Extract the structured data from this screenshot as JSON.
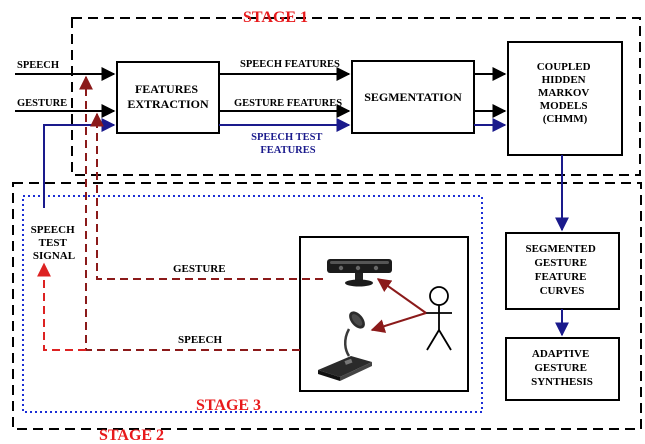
{
  "stages": {
    "stage1": "STAGE 1",
    "stage2": "STAGE 2",
    "stage3": "STAGE 3"
  },
  "inputs": {
    "speech": "SPEECH",
    "gesture": "GESTURE"
  },
  "blocks": {
    "features_extraction": [
      "FEATURES",
      "EXTRACTION"
    ],
    "segmentation": "SEGMENTATION",
    "chmm": [
      "COUPLED",
      "HIDDEN",
      "MARKOV",
      "MODELS",
      "(CHMM)"
    ],
    "segmented_curves": [
      "SEGMENTED",
      "GESTURE",
      "FEATURE",
      "CURVES"
    ],
    "adaptive_synthesis": [
      "ADAPTIVE",
      "GESTURE",
      "SYNTHESIS"
    ]
  },
  "arrows": {
    "speech_features": "SPEECH FEATURES",
    "gesture_features": "GESTURE FEATURES",
    "speech_test_features": [
      "SPEECH TEST",
      "FEATURES"
    ],
    "speech_test_signal": [
      "SPEECH",
      "TEST",
      "SIGNAL"
    ],
    "gesture_feedback": "GESTURE",
    "speech_feedback": "SPEECH"
  },
  "colors": {
    "black": "#000000",
    "stage_red": "#e8191b",
    "navy": "#1a1a8c",
    "dark_red": "#8b1a1a",
    "red": "#dd2222",
    "dotted_blue": "#1c2fd6"
  },
  "icons": {
    "sensor": "kinect-sensor-icon",
    "microphone": "microphone-icon",
    "person": "stick-figure-icon"
  }
}
